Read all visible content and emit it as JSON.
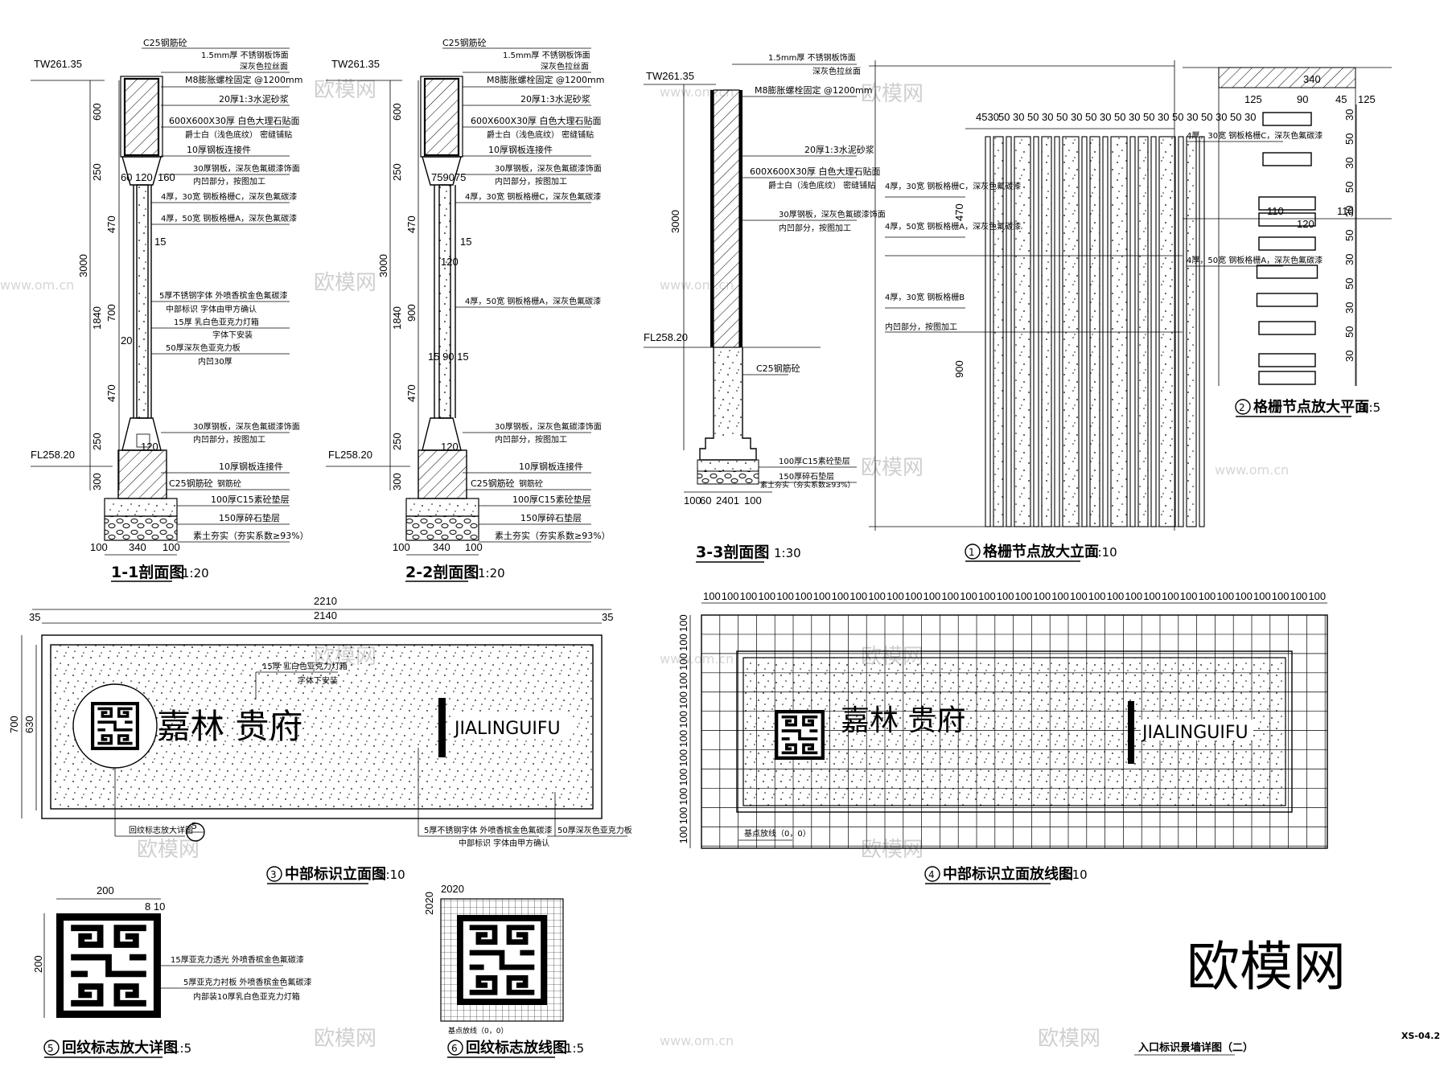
{
  "drawing": {
    "sheet_title": "入口标识景墙详图（二）",
    "sheet_no": "XS-04.2",
    "brand_watermark": "欧模网",
    "watermark_small": "欧模网",
    "watermark_url": "www.om.cn"
  },
  "views": {
    "v11": {
      "title": "1-1剖面图",
      "scale": "1:20"
    },
    "v22": {
      "title": "2-2剖面图",
      "scale": "1:20"
    },
    "v33": {
      "title": "3-3剖面图",
      "scale": "1:30"
    },
    "v1": {
      "num": "1",
      "title": "格栅节点放大立面",
      "scale": "1:10"
    },
    "v2": {
      "num": "2",
      "title": "格栅节点放大平面",
      "scale": "1:5"
    },
    "v3": {
      "num": "3",
      "title": "中部标识立面图",
      "scale": "1:10"
    },
    "v4": {
      "num": "4",
      "title": "中部标识立面放线图",
      "scale": "1:10"
    },
    "v5": {
      "num": "5",
      "title": "回纹标志放大详图",
      "scale": "1:5"
    },
    "v6": {
      "num": "6",
      "title": "回纹标志放线图",
      "scale": "1:5"
    }
  },
  "levels": {
    "tw": "TW261.35",
    "fl": "FL258.20"
  },
  "sign": {
    "cn_name": "嘉林  贵府",
    "en_name": "JIALINGUIFU",
    "origin": "基点放线（0，0）"
  },
  "notes": {
    "c25": "C25钢筋砼",
    "steel_cover": "1.5mm厚 不锈钢板饰面",
    "steel_cover_b": "深灰色拉丝面",
    "bolt": "M8膨胀螺栓固定 @1200mm",
    "mortar": "20厚1:3水泥砂浆",
    "stone": "600X600X30厚 白色大理石贴面",
    "stone_b": "爵士白（浅色底纹） 密缝铺贴",
    "pre_steel": "10厚钢板连接件",
    "plate30": "30厚钢板，深灰色氟碳漆饰面",
    "plate30_b": "内凹部分，按图加工",
    "grille_c": "4厚，30宽 钢板格栅C，深灰色氟碳漆",
    "grille_a": "4厚，50宽 钢板格栅A，深灰色氟碳漆",
    "grille_b": "4厚，30宽 钢板格栅B",
    "ss_letter": "5厚不锈钢字体 外喷香槟金色氟碳漆",
    "letter_fix": "中部标识 字体由甲方确认",
    "acrylic15": "15厚 乳白色亚克力灯箱",
    "letter_install": "字体下安装",
    "acrylic50": "50厚深灰色亚克力板",
    "recess30": "内凹30厚",
    "c15": "100厚C15素砼垫层",
    "gravel": "150厚碎石垫层",
    "soil": "素土夯实（夯实系数≥93%）",
    "steel_con": "钢筋砼",
    "hw_detail": "回纹标志放大详图",
    "hw_a": "15厚亚克力透光 外喷香槟金色氟碳漆",
    "hw_b": "5厚亚克力衬板 外喷香槟金色氟碳漆",
    "hw_c": "内部装10厚乳白色亚克力灯箱"
  },
  "dims": {
    "s11_600": "600",
    "s11_250": "250",
    "s11_470": "470",
    "s11_100": "100",
    "s11_700": "700",
    "s11_3000": "3000",
    "s11_1840": "1840",
    "s11_300": "300",
    "s11_120": "120",
    "s11_60": "60",
    "s11_160": "160",
    "s11_15": "15",
    "s11_20": "20",
    "s11_340": "340",
    "s22_900": "900",
    "s22_759": "759075",
    "s22_1590": "15 90 15",
    "g_50": "50",
    "g_30": "30",
    "g_4530": "4530",
    "g_470": "470",
    "g_900": "900",
    "p_340": "340",
    "p_125": "125",
    "p_90": "90",
    "p_45": "45",
    "p_110": "110",
    "p_120": "120",
    "e_2210": "2210",
    "e_2140": "2140",
    "e_35": "35",
    "e_700": "700",
    "e_630": "630",
    "d_200": "200",
    "d_810": "8 10",
    "d_2020": "2020",
    "grid100": "100",
    "s33_2401": "2401"
  }
}
